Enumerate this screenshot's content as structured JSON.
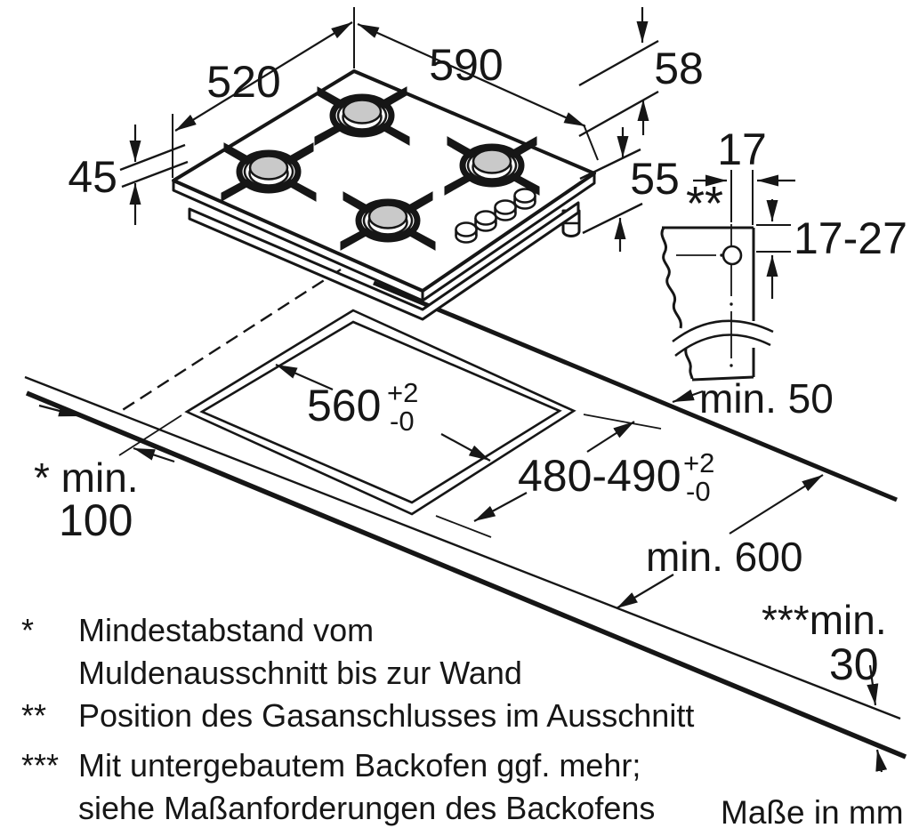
{
  "diagram": {
    "title_hidden": "",
    "dims": {
      "w520": "520",
      "w590": "590",
      "h58": "58",
      "h45": "45",
      "h55": "55",
      "gas17": "17",
      "gas17_27": "17-27",
      "gas_marker": "**",
      "min50": "min. 50",
      "cut560": "560",
      "cut560_tol_plus": "+2",
      "cut560_tol_minus": "-0",
      "cut480": "480-490",
      "cut480_tol_plus": "+2",
      "cut480_tol_minus": "-0",
      "min100_line1": "* min.",
      "min100_line2": "100",
      "min600": "min. 600",
      "min30_line1": "***min.",
      "min30_line2": "30"
    },
    "footnotes": [
      {
        "marker": "*",
        "line1": "Mindestabstand vom",
        "line2": "Muldenausschnitt bis zur Wand"
      },
      {
        "marker": "**",
        "line1": "Position des Gasanschlusses im Ausschnitt",
        "line2": ""
      },
      {
        "marker": "***",
        "line1": "Mit untergebautem Backofen ggf. mehr;",
        "line2": "siehe Maßanforderungen des Backofens"
      }
    ],
    "units_note": "Maße in mm",
    "colors": {
      "line": "#161616",
      "burner_cap": "#c9c9c9",
      "background": "#ffffff"
    }
  }
}
